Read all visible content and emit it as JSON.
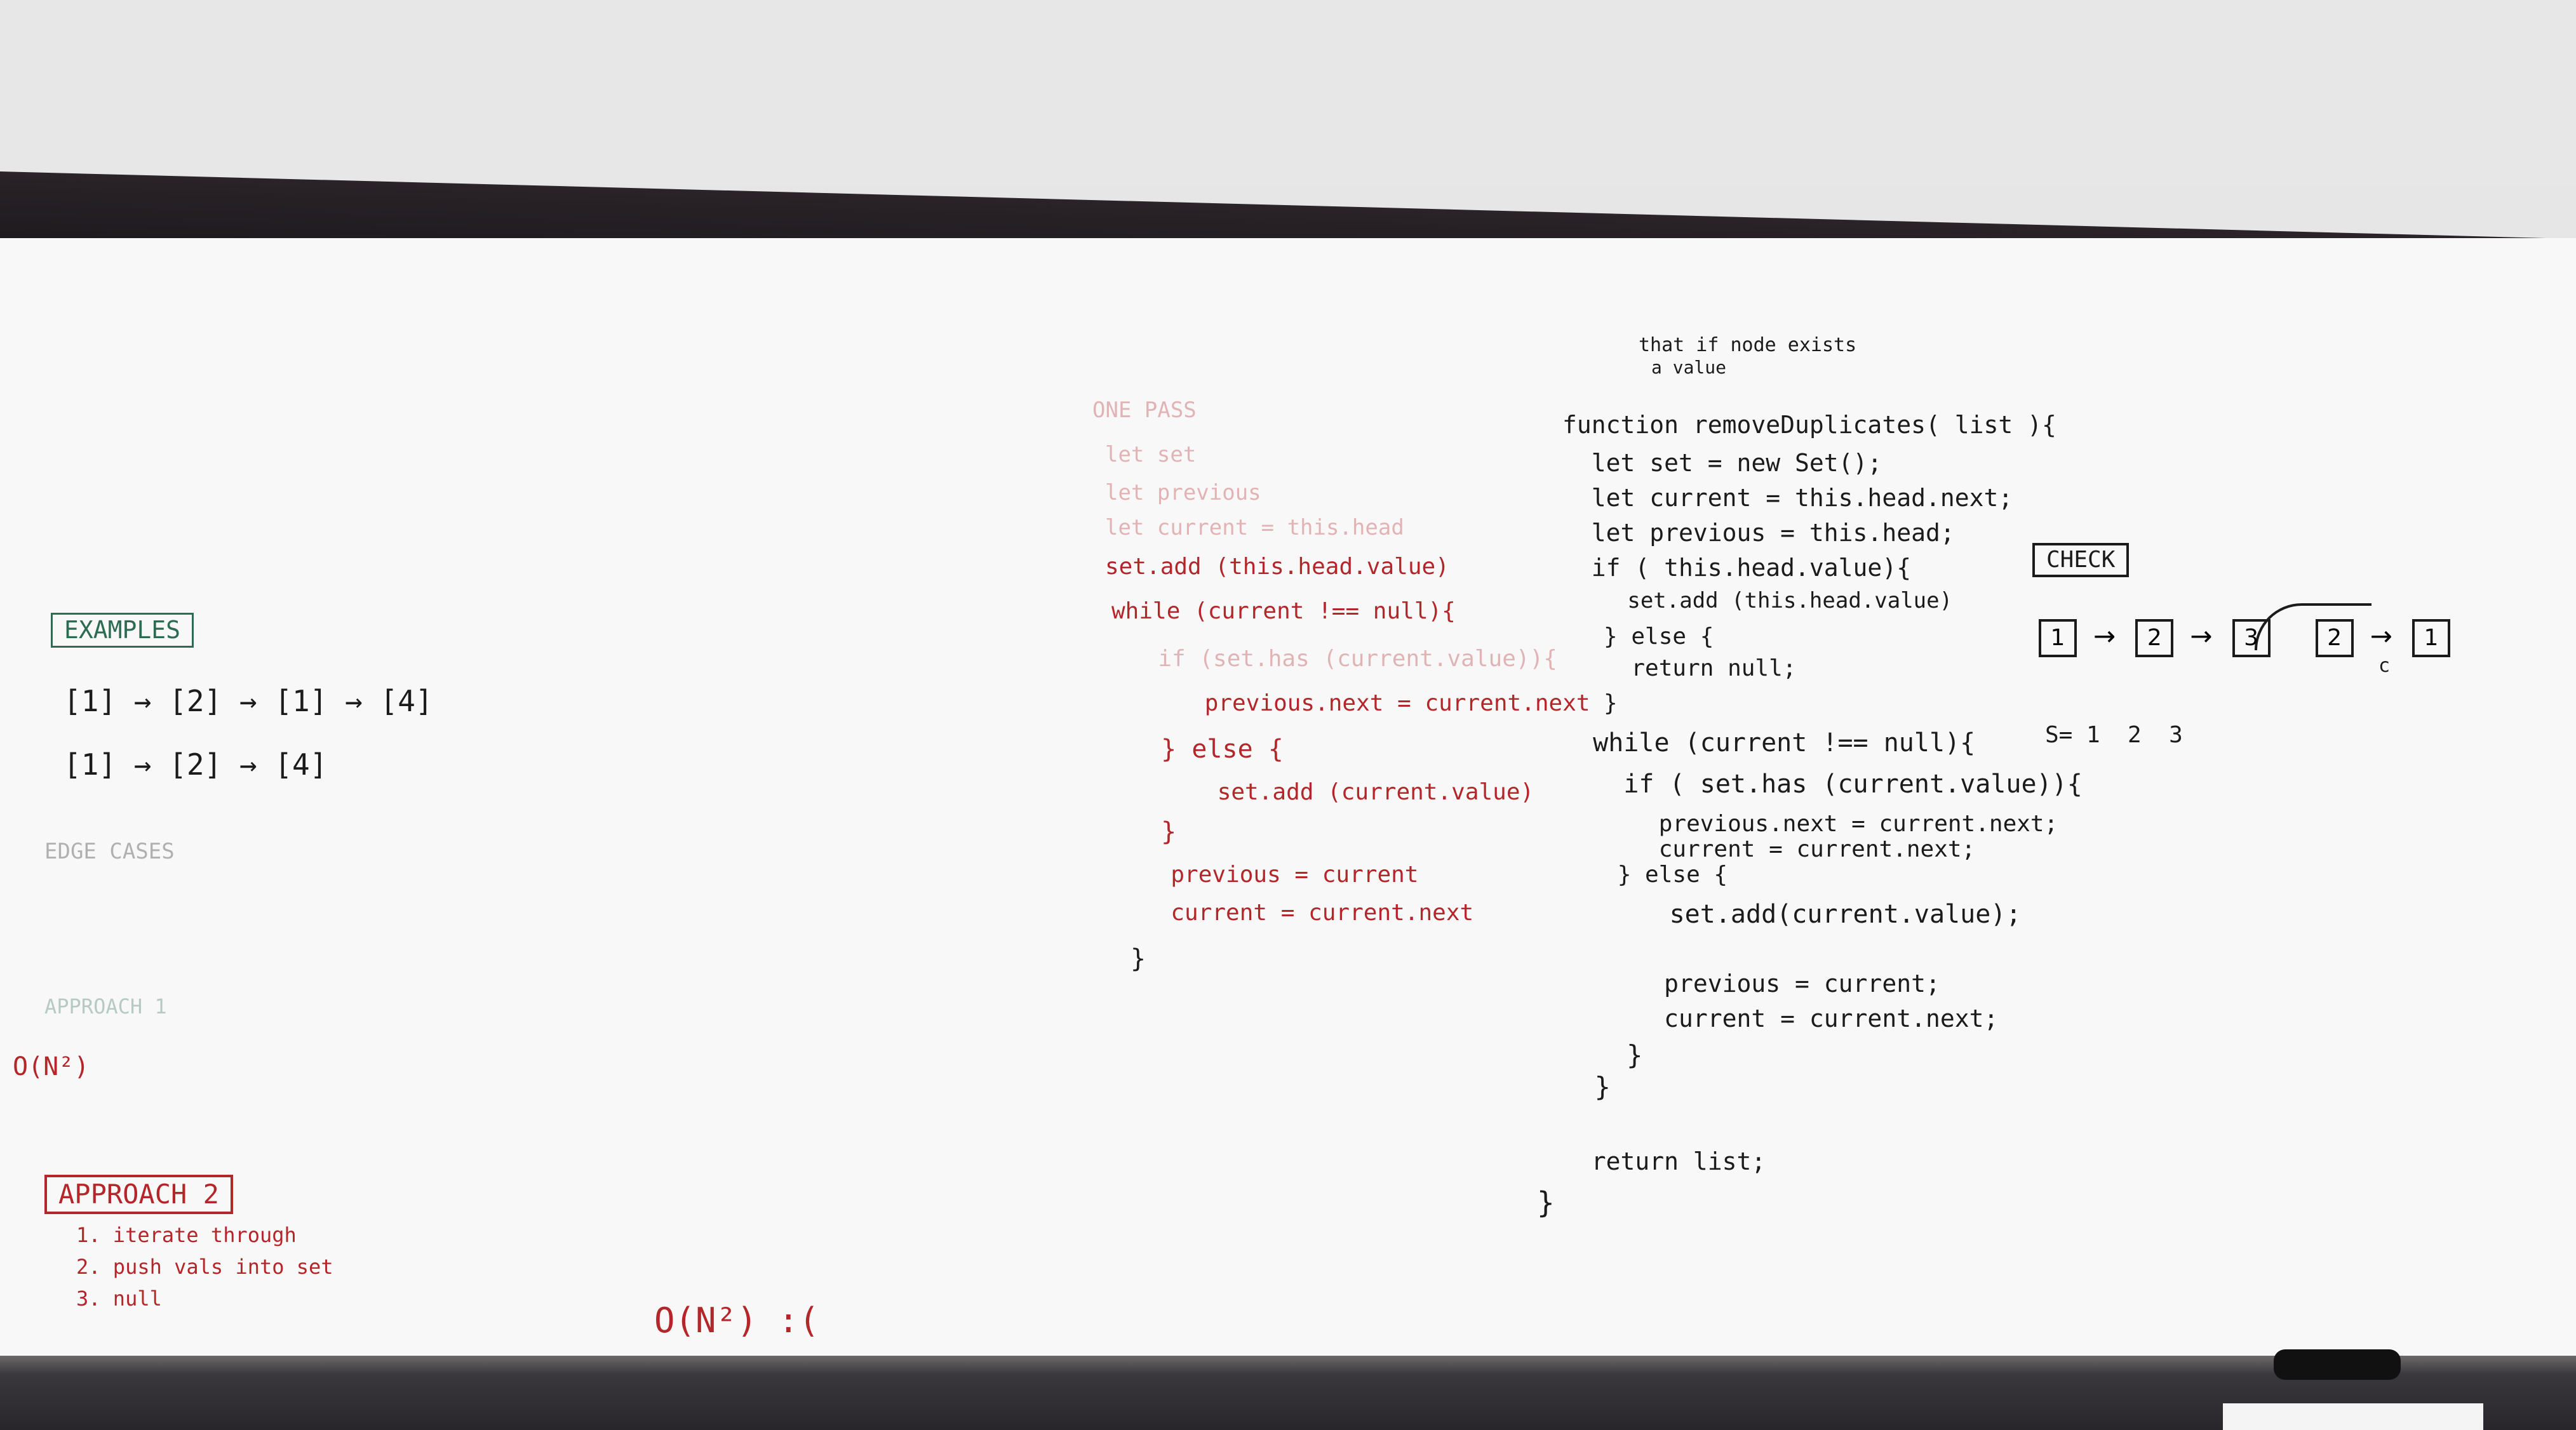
{
  "code": {
    "comment_lines": [
      "that if node exists",
      "a value"
    ],
    "lines": [
      "function removeDuplicates( list ){",
      "  let set = new Set();",
      "  let current = this.head.next;",
      "  let previous = this.head;",
      "  if ( this.head.value){",
      "     set.add (this.head.value)",
      "   } else {",
      "     return null;",
      "   }",
      "  while (current !== null){",
      "    if ( set.has (current.value)){",
      "       previous.next = current.next;",
      "       current = current.next;",
      "    } else {",
      "       set.add(current.value);",
      "",
      "       previous = current;",
      "       current = current.next;",
      "    }",
      "  }",
      "",
      "  return list;",
      "}"
    ]
  },
  "left": {
    "example_label": "EXAMPLES",
    "example_1": "[1] → [2] → [1] → [4]",
    "example_2": "[1] → [2] → [4]",
    "edge_cases_label": "EDGE CASES",
    "approach_1_label": "APPROACH 1",
    "complexity_left": "O(N²)",
    "approach_2_label": "APPROACH 2",
    "approach_2_steps": [
      "1. iterate through",
      "2. push vals into set",
      "3. null"
    ]
  },
  "middle": {
    "complexity": "O(N²) :("
  },
  "red_block": {
    "lines": [
      "ONE PASS",
      "let set",
      "let previous",
      "let current = this.head",
      "set.add (this.head.value)",
      "while (current !== null){",
      "  if (set.has (current.value)){",
      "    previous.next = current.next",
      "  } else {",
      "    set.add (current.value)",
      "  }",
      "  previous = current",
      "  current = current.next",
      "}"
    ]
  },
  "check": {
    "label": "CHECK",
    "nodes": [
      "1",
      "2",
      "3",
      "2",
      "1"
    ],
    "pointer_label": "c",
    "set_state": "S= 1  2  3"
  },
  "colors": {
    "board": "#f8f8f8",
    "rail": "#1d1a1e",
    "marker_black": "#1b1b1b",
    "marker_red": "#b3262a",
    "marker_green": "#2e6b53"
  }
}
